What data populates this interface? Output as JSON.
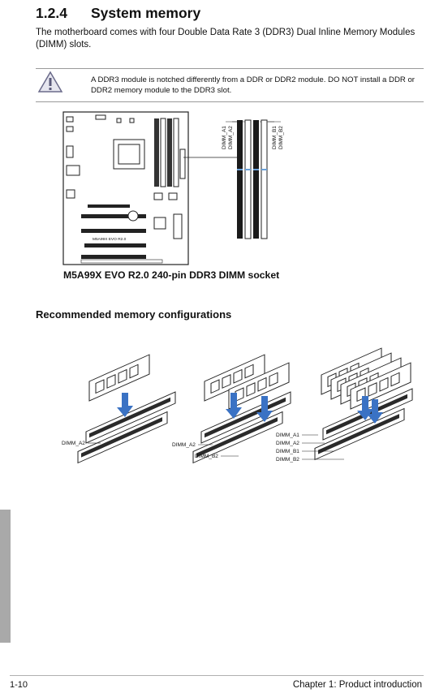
{
  "section": {
    "number": "1.2.4",
    "title": "System memory",
    "intro": "The motherboard comes with four Double Data Rate 3 (DDR3) Dual Inline Memory Modules (DIMM) slots."
  },
  "note": {
    "icon": "warning-triangle-icon",
    "text": "A DDR3 module is notched differently from a DDR or DDR2 module. DO NOT install a DDR or DDR2 memory module to the DDR3 slot."
  },
  "board": {
    "silkscreen": "M5A99X EVO R2.0",
    "dimm_labels": [
      "DIMM_A1",
      "DIMM_A2",
      "DIMM_B1",
      "DIMM_B2"
    ],
    "caption": "M5A99X EVO R2.0 240-pin DDR3 DIMM socket"
  },
  "configs": {
    "title": "Recommended memory configurations",
    "one": {
      "labels": [
        "DIMM_A2"
      ]
    },
    "two": {
      "labels": [
        "DIMM_A2",
        "DIMM_B2"
      ]
    },
    "four": {
      "labels": [
        "DIMM_A1",
        "DIMM_A2",
        "DIMM_B1",
        "DIMM_B2"
      ]
    }
  },
  "footer": {
    "page": "1-10",
    "chapter": "Chapter 1: Product introduction"
  },
  "colors": {
    "arrow_blue": "#3a72c4",
    "slot_dark": "#222222",
    "side_tab": "#a9a9a9"
  }
}
